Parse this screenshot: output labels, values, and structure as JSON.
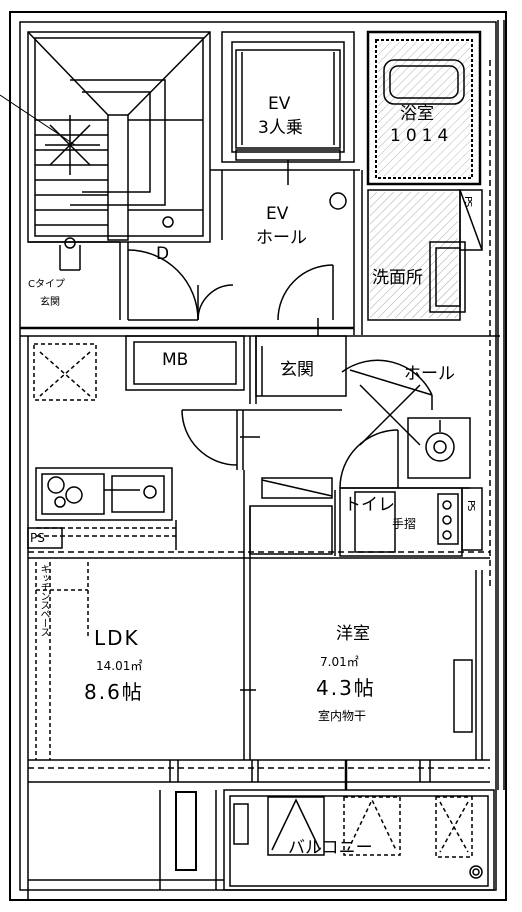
{
  "rooms": {
    "ev": {
      "name": "EV",
      "capacity": "3人乗"
    },
    "ev_hall": {
      "name": "EV",
      "sub": "ホール"
    },
    "bath": {
      "name": "浴室",
      "size": "1014"
    },
    "washroom": {
      "name": "洗面所"
    },
    "ps_top": {
      "name": "PS"
    },
    "ps_mid": {
      "name": "PS"
    },
    "ps_left": {
      "name": "PS"
    },
    "door_d": {
      "name": "D"
    },
    "c_type": {
      "line1": "Cタイプ",
      "line2": "玄関"
    },
    "mb": {
      "name": "MB"
    },
    "entrance": {
      "name": "玄関"
    },
    "hall": {
      "name": "ホール"
    },
    "toilet": {
      "name": "トイレ"
    },
    "handrail": {
      "name": "手摺"
    },
    "ldk": {
      "name": "LDK",
      "area": "14.01㎡",
      "tatami": "8.6帖"
    },
    "western": {
      "name": "洋室",
      "area": "7.01㎡",
      "tatami": "4.3帖",
      "note": "室内物干"
    },
    "balcony": {
      "name": "バルコニー"
    },
    "kitchen_space": {
      "name": "キッチンスペース"
    }
  }
}
